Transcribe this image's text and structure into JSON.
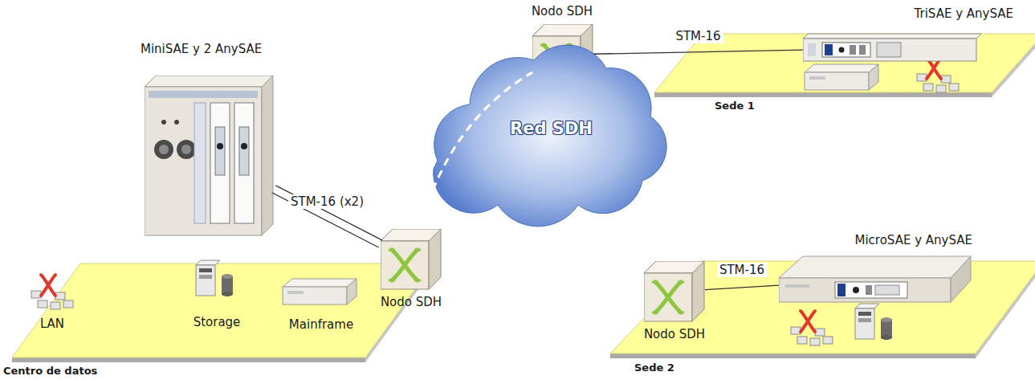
{
  "diagram": {
    "nodes": [
      {
        "text": [
          "Sede 1"
        ]
      },
      {
        "text": [
          "TriSAE y AnySAE"
        ],
        "in": 0
      },
      {
        "text": [
          "Nodo SDH"
        ]
      },
      {
        "text": [
          "Red SDH"
        ]
      },
      {
        "text": [
          "Centro de datos"
        ]
      },
      {
        "text": [
          "MiniSAE y 2 AnySAE"
        ],
        "in": 4
      },
      {
        "text": [
          "LAN"
        ],
        "in": 4
      },
      {
        "text": [
          "Storage"
        ],
        "in": 4
      },
      {
        "text": [
          "Mainframe"
        ],
        "in": 4
      },
      {
        "text": [
          "Nodo SDH"
        ]
      },
      {
        "text": [
          "Sede 2"
        ]
      },
      {
        "text": [
          "MicroSAE y AnySAE"
        ],
        "in": 10
      },
      {
        "text": [
          "Nodo SDH"
        ]
      }
    ],
    "edges": [
      {
        "from": 5,
        "to": 9,
        "label": "STM-16 (x2)",
        "arrow": "none"
      },
      {
        "from": 2,
        "to": 1,
        "label": "STM-16",
        "arrow": "none"
      },
      {
        "from": 9,
        "to": 2,
        "arrow": "none"
      },
      {
        "from": 9,
        "to": 12,
        "arrow": "none"
      },
      {
        "from": 12,
        "to": 11,
        "label": "STM-16",
        "arrow": "none"
      }
    ]
  }
}
